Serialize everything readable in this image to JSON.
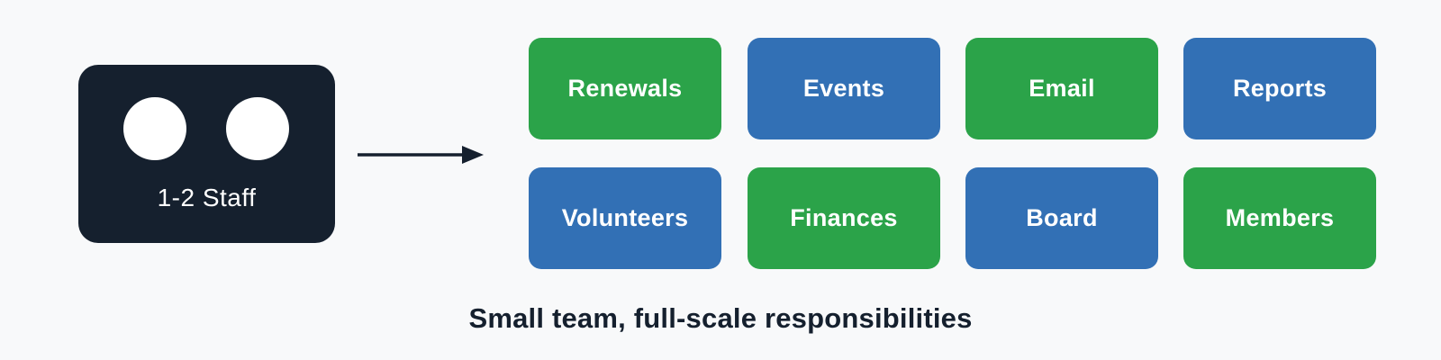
{
  "colors": {
    "dark": "#15202e",
    "green": "#2ba349",
    "blue": "#3270b5",
    "background": "#f8f9fa",
    "card_text": "#ffffff"
  },
  "staff_node": {
    "label": "1-2 Staff"
  },
  "grid": {
    "items": [
      {
        "label": "Renewals",
        "color": "green"
      },
      {
        "label": "Events",
        "color": "blue"
      },
      {
        "label": "Email",
        "color": "green"
      },
      {
        "label": "Reports",
        "color": "blue"
      },
      {
        "label": "Volunteers",
        "color": "blue"
      },
      {
        "label": "Finances",
        "color": "green"
      },
      {
        "label": "Board",
        "color": "blue"
      },
      {
        "label": "Members",
        "color": "green"
      }
    ]
  },
  "caption": "Small team, full-scale responsibilities"
}
